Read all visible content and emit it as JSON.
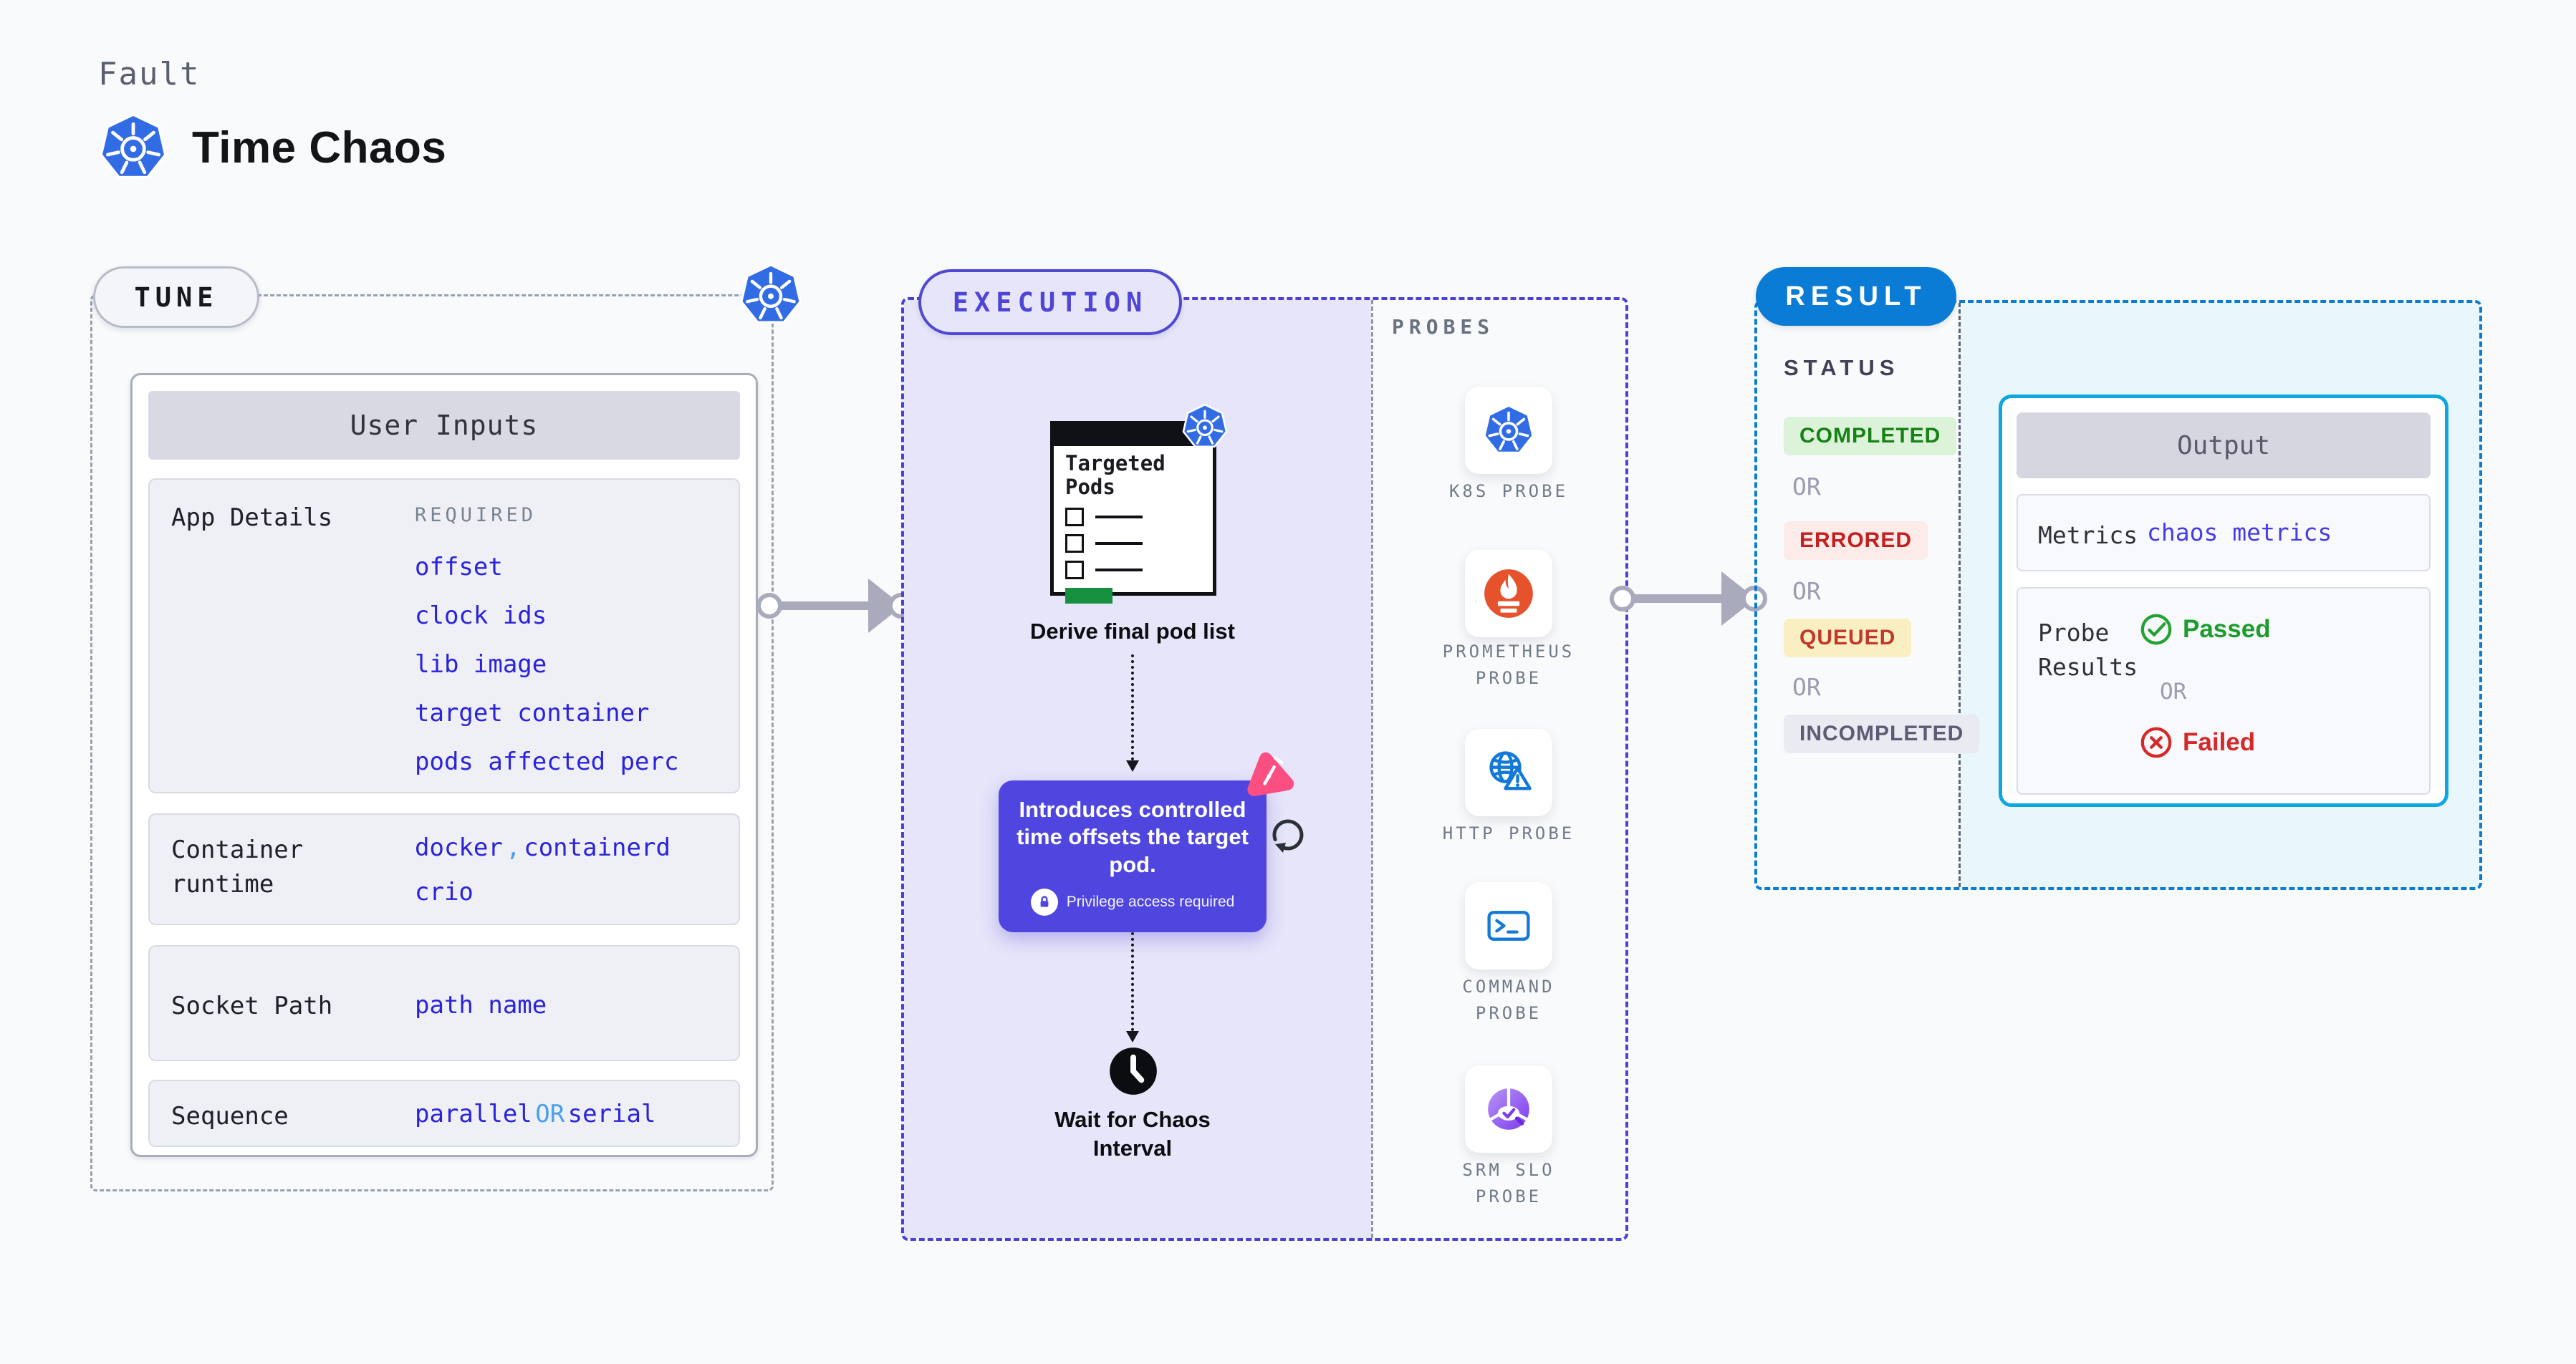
{
  "header": {
    "eyebrow": "Fault",
    "title": "Time Chaos"
  },
  "tune": {
    "badge": "TUNE",
    "panel_title": "User Inputs",
    "app_details": {
      "label": "App Details",
      "required_tag": "REQUIRED",
      "links": [
        "offset",
        "clock ids",
        "lib image",
        "target container",
        "pods affected perc"
      ]
    },
    "container_runtime": {
      "label": "Container runtime",
      "value_a": "docker",
      "separator": ",",
      "value_b": "containerd",
      "value_c": "crio"
    },
    "socket_path": {
      "label": "Socket Path",
      "value": "path name"
    },
    "sequence": {
      "label": "Sequence",
      "value_a": "parallel",
      "or": "OR",
      "value_b": "serial"
    }
  },
  "execution": {
    "badge": "EXECUTION",
    "targeted_pods_title": "Targeted Pods",
    "derive_step": "Derive final pod list",
    "tooltip": {
      "message": "Introduces controlled time offsets the target pod.",
      "note": "Privilege access required"
    },
    "wait_step": "Wait for Chaos Interval"
  },
  "probes": {
    "title": "PROBES",
    "items": [
      {
        "label": "K8S PROBE",
        "icon": "kubernetes-icon"
      },
      {
        "label": "PROMETHEUS PROBE",
        "icon": "prometheus-icon"
      },
      {
        "label": "HTTP PROBE",
        "icon": "http-globe-warning-icon"
      },
      {
        "label": "COMMAND PROBE",
        "icon": "terminal-icon"
      },
      {
        "label": "SRM SLO PROBE",
        "icon": "slo-gauge-check-icon"
      }
    ]
  },
  "result": {
    "badge": "RESULT",
    "status_title": "STATUS",
    "or": "OR",
    "statuses": [
      {
        "label": "COMPLETED",
        "type": "success"
      },
      {
        "label": "ERRORED",
        "type": "error"
      },
      {
        "label": "QUEUED",
        "type": "warning"
      },
      {
        "label": "INCOMPLETED",
        "type": "neutral"
      }
    ],
    "output": {
      "title": "Output",
      "metrics_label": "Metrics",
      "metrics_value": "chaos metrics",
      "probe_results_label": "Probe Results",
      "passed": "Passed",
      "or": "OR",
      "failed": "Failed"
    }
  },
  "colors": {
    "accent_indigo": "#4f46e0",
    "execution_border": "#4a42d8",
    "link_blue": "#2b22dd",
    "light_blue": "#4aa0ea",
    "result_blue": "#0a7cd6",
    "output_border_cyan": "#0ca6e0",
    "k8s_blue": "#326ce5",
    "prometheus_orange": "#e6522c",
    "chaos_pink": "#fb4f82",
    "success_green": "#168216",
    "passed_green": "#1d9b2d",
    "error_red": "#c32020",
    "failed_red": "#d62828",
    "targeted_green": "#17913f"
  }
}
